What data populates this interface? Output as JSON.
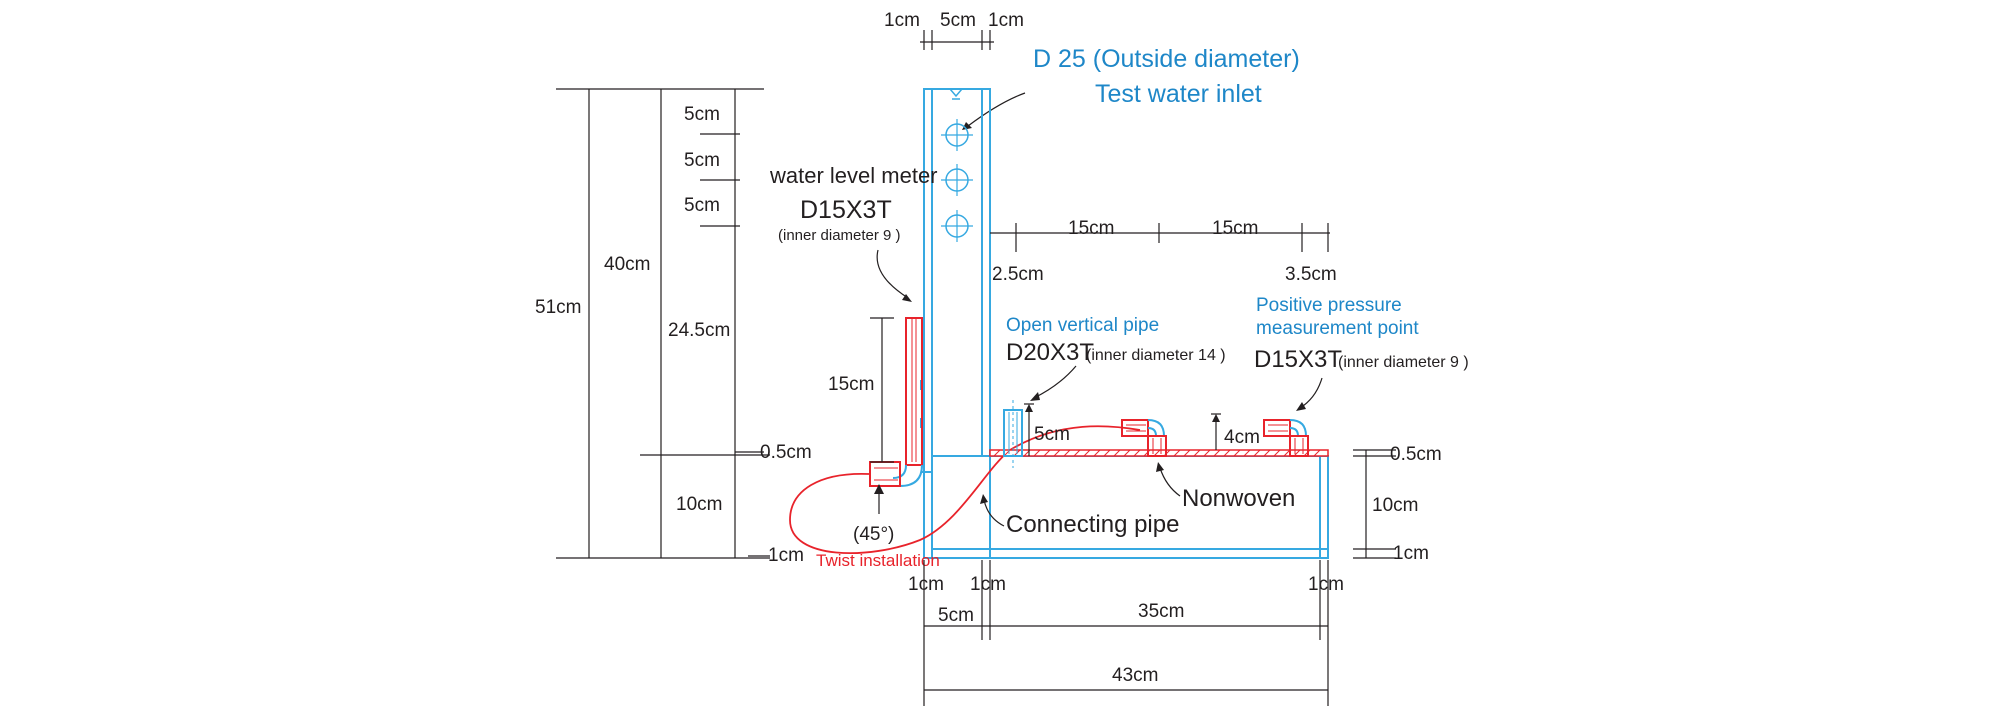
{
  "labels": {
    "top_1cm_a": "1cm",
    "top_5cm": "5cm",
    "top_1cm_b": "1cm",
    "inlet_title": "D 25  (Outside diameter)",
    "inlet_sub": "Test water inlet",
    "left_5cm_1": "5cm",
    "left_5cm_2": "5cm",
    "left_5cm_3": "5cm",
    "left_40cm": "40cm",
    "left_51cm": "51cm",
    "left_245cm": "24.5cm",
    "left_05cm": "0.5cm",
    "left_10cm": "10cm",
    "left_1cm": "1cm",
    "wlm_title": "water level meter",
    "wlm_spec": "D15X3T",
    "wlm_inner": "(inner diameter 9 )",
    "wlm_15cm": "15cm",
    "angle_45": "(45°)",
    "twist": "Twist installation",
    "top_15cm_a": "15cm",
    "top_15cm_b": "15cm",
    "left_25cm": "2.5cm",
    "right_35cm": "3.5cm",
    "ovp_title": "Open vertical pipe",
    "ovp_spec": "D20X3T",
    "ovp_inner": "(inner diameter 14 )",
    "ppm_title_1": "Positive pressure",
    "ppm_title_2": "measurement point",
    "ppm_spec": "D15X3T",
    "ppm_inner": "(inner diameter 9 )",
    "pipe_5cm": "5cm",
    "pipe_4cm": "4cm",
    "nonwoven": "Nonwoven",
    "connecting_pipe": "Connecting pipe",
    "right_05cm": "0.5cm",
    "right_10cm": "10cm",
    "right_1cm": "1cm",
    "bot_1cm_a": "1cm",
    "bot_1cm_b": "1cm",
    "bot_1cm_c": "1cm",
    "bot_5cm": "5cm",
    "bot_35cm": "35cm",
    "bot_43cm": "43cm"
  }
}
